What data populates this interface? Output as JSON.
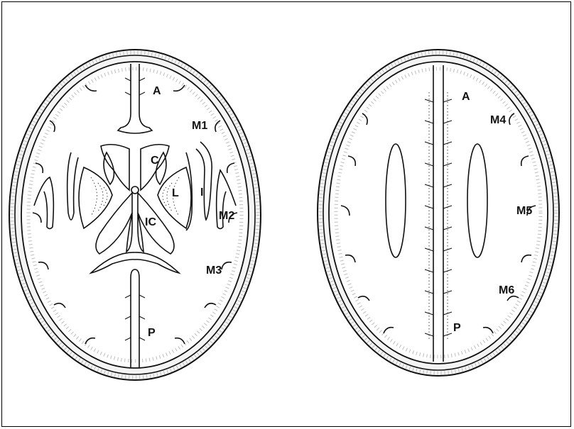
{
  "left_diagram": {
    "labels": {
      "A": "A",
      "M1": "M1",
      "C": "C",
      "L": "L",
      "I": "I",
      "IC": "IC",
      "M2": "M2",
      "M3": "M3",
      "P": "P"
    }
  },
  "right_diagram": {
    "labels": {
      "A": "A",
      "M4": "M4",
      "M5": "M5",
      "M6": "M6",
      "P": "P"
    }
  },
  "colors": {
    "border": "#000000",
    "ink": "#111111",
    "speckle": "#bdbdbd"
  }
}
